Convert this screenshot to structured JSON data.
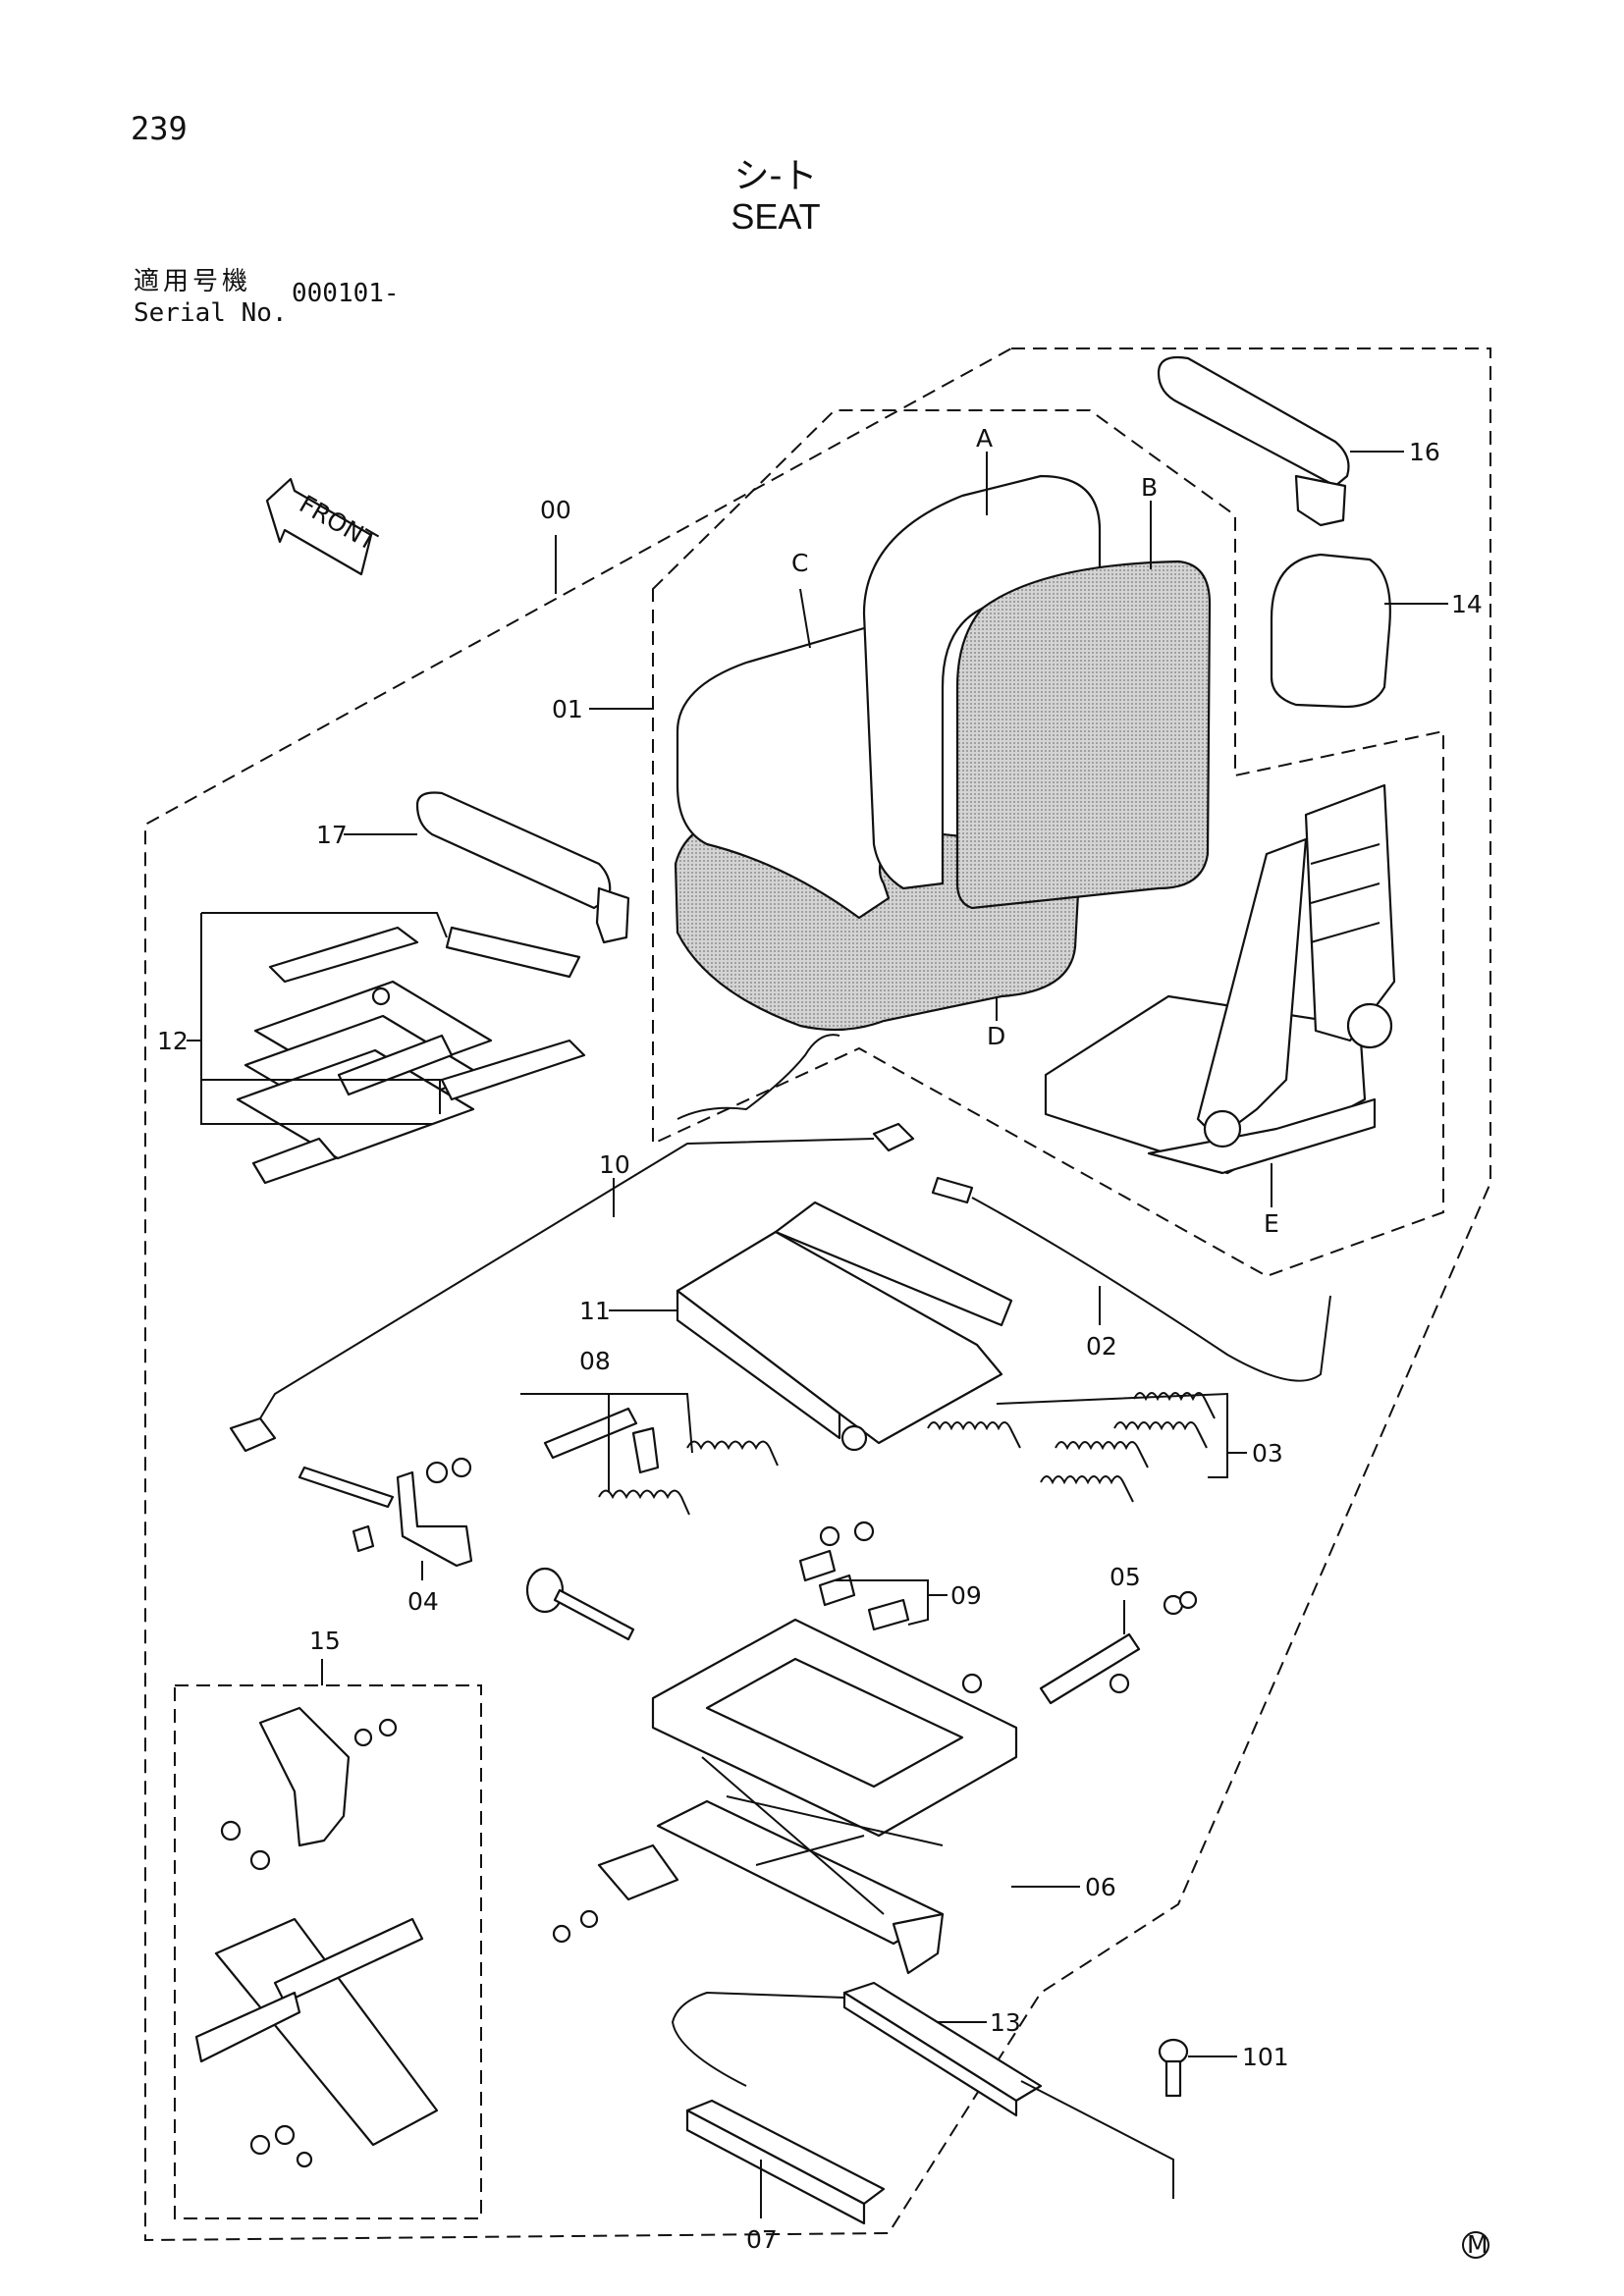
{
  "page_number": "239",
  "title_jp": "シ-ト",
  "title_en": "SEAT",
  "serial": {
    "label_jp": "適用号機",
    "label_en": "Serial No.",
    "value": "000101-"
  },
  "front_label": "FRONT",
  "callouts": {
    "c00": "00",
    "c01": "01",
    "c02": "02",
    "c03": "03",
    "c04": "04",
    "c05": "05",
    "c06": "06",
    "c07": "07",
    "c08": "08",
    "c09": "09",
    "c10": "10",
    "c11": "11",
    "c12": "12",
    "c13": "13",
    "c14": "14",
    "c15": "15",
    "c16": "16",
    "c17": "17",
    "c101": "101",
    "cA": "A",
    "cB": "B",
    "cC": "C",
    "cD": "D",
    "cE": "E"
  },
  "maker_mark": "M"
}
